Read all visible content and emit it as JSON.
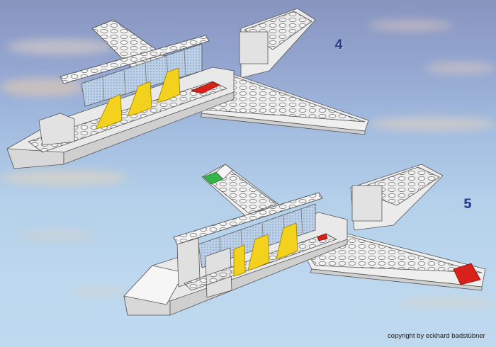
{
  "illustration": {
    "subject": "LEGO airplane building instructions",
    "steps": [
      {
        "number": "4",
        "label": "4"
      },
      {
        "number": "5",
        "label": "5"
      }
    ],
    "copyright": "copyright by eckhard badstübner"
  },
  "colors": {
    "sky_top": "#8795bf",
    "sky_bottom": "#bfd9ef",
    "brick_white": "#f1f1f1",
    "brick_shade": "#d6d6d6",
    "brick_outline": "#5a5a5a",
    "seat_yellow": "#f2d21c",
    "window_blue": "#b8cfe6",
    "light_red": "#d8211b",
    "light_green": "#33b54a",
    "step_number": "#263a8c"
  }
}
